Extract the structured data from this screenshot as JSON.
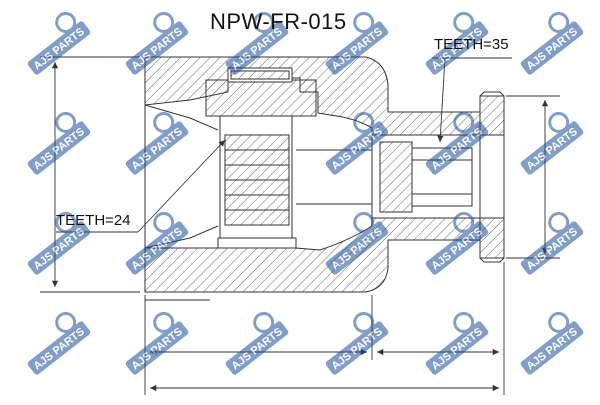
{
  "title": "NPW-FR-015",
  "labels": {
    "teeth_outer": "TEETH=35",
    "teeth_inner": "TEETH=24"
  },
  "watermark": {
    "text": "AJS PARTS",
    "color": "#1a4f9c"
  },
  "colors": {
    "line": "#333333",
    "hatch": "#555555",
    "background": "#ffffff"
  }
}
